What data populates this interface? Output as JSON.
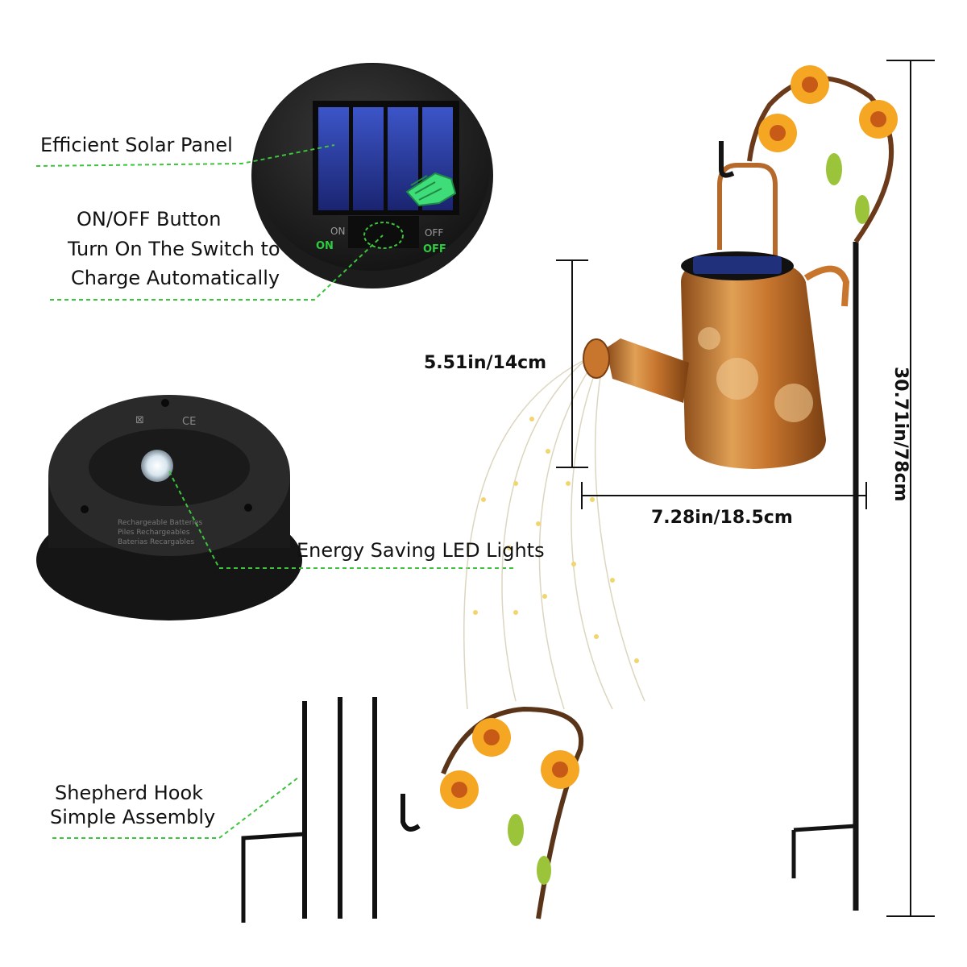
{
  "callouts": {
    "solar_panel": "Efficient Solar Panel",
    "button_line1": "ON/OFF Button",
    "button_line2": "Turn On The Switch to",
    "button_line3": "Charge Automatically",
    "led": "Energy Saving LED Lights",
    "hook_line1": "Shepherd Hook",
    "hook_line2": "Simple Assembly"
  },
  "dimensions": {
    "height_can": "5.51in/14cm",
    "width_can": "7.28in/18.5cm",
    "total_height": "30.71in/78cm"
  },
  "switch_labels": {
    "on_top": "ON",
    "off_top": "OFF",
    "on_green": "ON",
    "off_green": "OFF"
  },
  "battery_text": {
    "line1": "Rechargeable Batteries",
    "line2": "Piles Rechargeables",
    "line3": "Baterias Recargables"
  },
  "colors": {
    "callout_line": "#3cc43c",
    "switch_green": "#2ecc40",
    "copper": "#c8762e",
    "flower": "#f5a623"
  }
}
